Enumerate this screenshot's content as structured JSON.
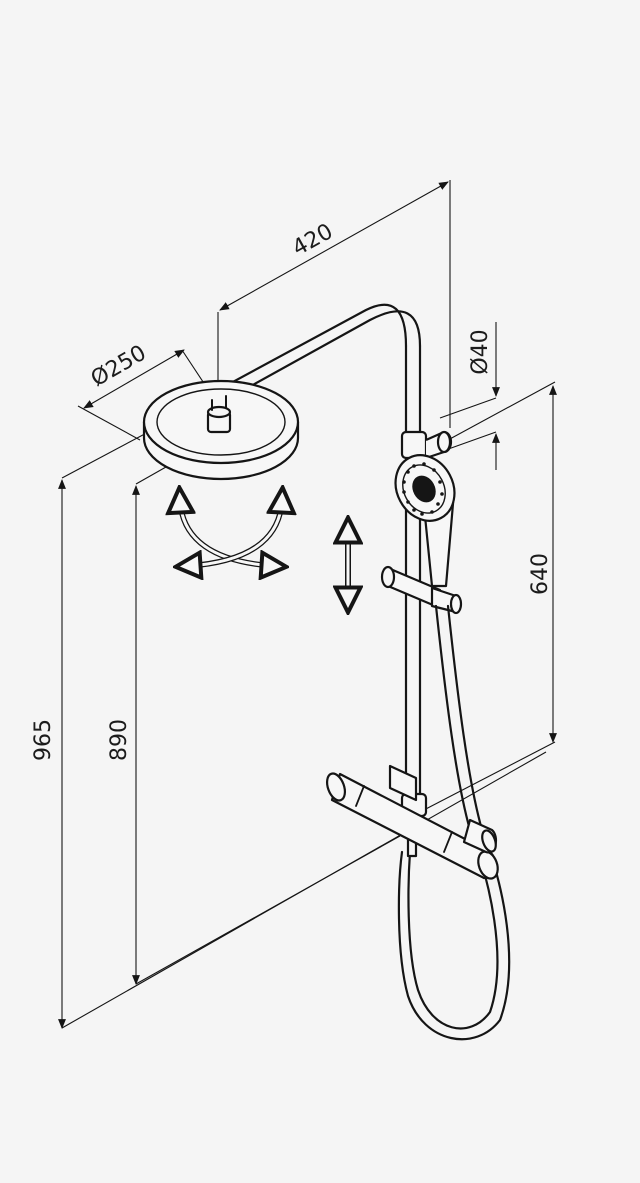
{
  "dimensions": {
    "arm_reach": "420",
    "head_diameter": "Ø250",
    "bar_diameter": "Ø40",
    "rail_length": "640",
    "head_height": "890",
    "overall_height": "965"
  },
  "colors": {
    "background": "#f5f5f5",
    "line": "#151515"
  },
  "icons": {
    "swivel": "rotation-arrows-icon",
    "slide": "vertical-slide-arrow-icon"
  }
}
